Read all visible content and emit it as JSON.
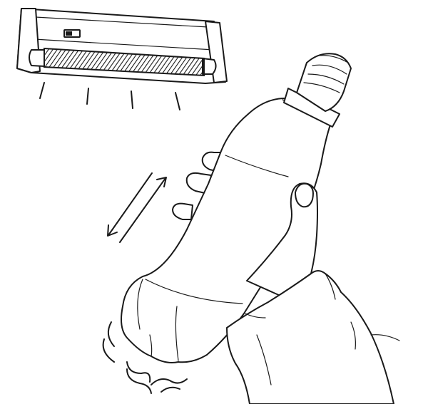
{
  "illustration": {
    "ink_color": "#1a1a1a",
    "paper_color": "#ffffff",
    "subjects": [
      "uv-lamp",
      "plastic-bottle",
      "hand",
      "shake-arrows"
    ]
  }
}
